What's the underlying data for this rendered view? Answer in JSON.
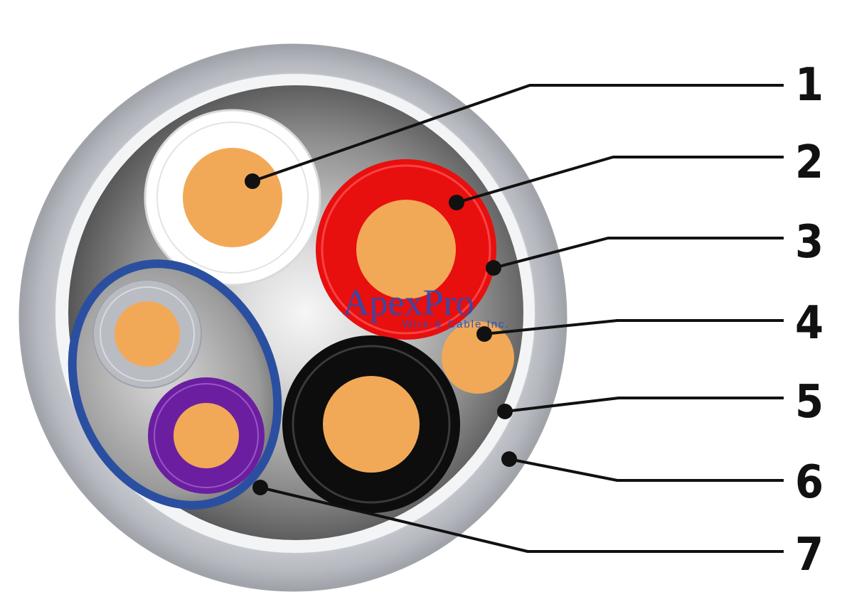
{
  "diagram": {
    "callouts": [
      {
        "number": "1"
      },
      {
        "number": "2"
      },
      {
        "number": "3"
      },
      {
        "number": "4"
      },
      {
        "number": "5"
      },
      {
        "number": "6"
      },
      {
        "number": "7"
      }
    ],
    "watermark": {
      "brand": "ApexPro",
      "tagline": "Wire & Cable Inc."
    },
    "colors": {
      "copper": "#F2A957",
      "outer_sheath": "#D9DBE0",
      "red_insulation": "#E80F0F",
      "black_insulation": "#0D0D0D",
      "purple_insulation": "#6B1FA0",
      "gray_insulation": "#B9BCC2",
      "white_insulation": "#FFFFFF",
      "pair_wrap": "#2B4FA0",
      "leader": "#111111",
      "logo": "#2A4DB5"
    }
  }
}
